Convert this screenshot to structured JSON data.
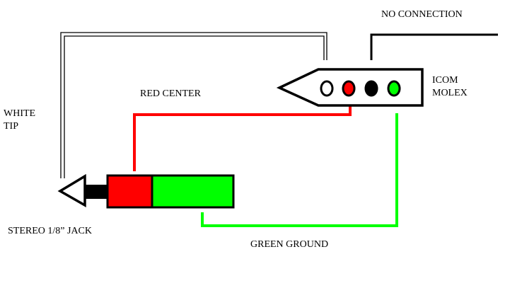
{
  "labels": {
    "no_connection": "NO CONNECTION",
    "icom_line1": "ICOM",
    "icom_line2": "MOLEX",
    "red_center": "RED CENTER",
    "white_line1": "WHITE",
    "white_line2": "TIP",
    "stereo_jack": "STEREO 1/8” JACK",
    "green_ground": "GREEN GROUND"
  },
  "colors": {
    "red_wire": "#ff0000",
    "green_wire": "#00ff00",
    "black": "#000000",
    "white": "#ffffff"
  },
  "molex_pins": [
    {
      "name": "white-pin",
      "color": "#ffffff"
    },
    {
      "name": "red-pin",
      "color": "#ff0000"
    },
    {
      "name": "black-pin",
      "color": "#000000"
    },
    {
      "name": "green-pin",
      "color": "#00ff00"
    }
  ]
}
